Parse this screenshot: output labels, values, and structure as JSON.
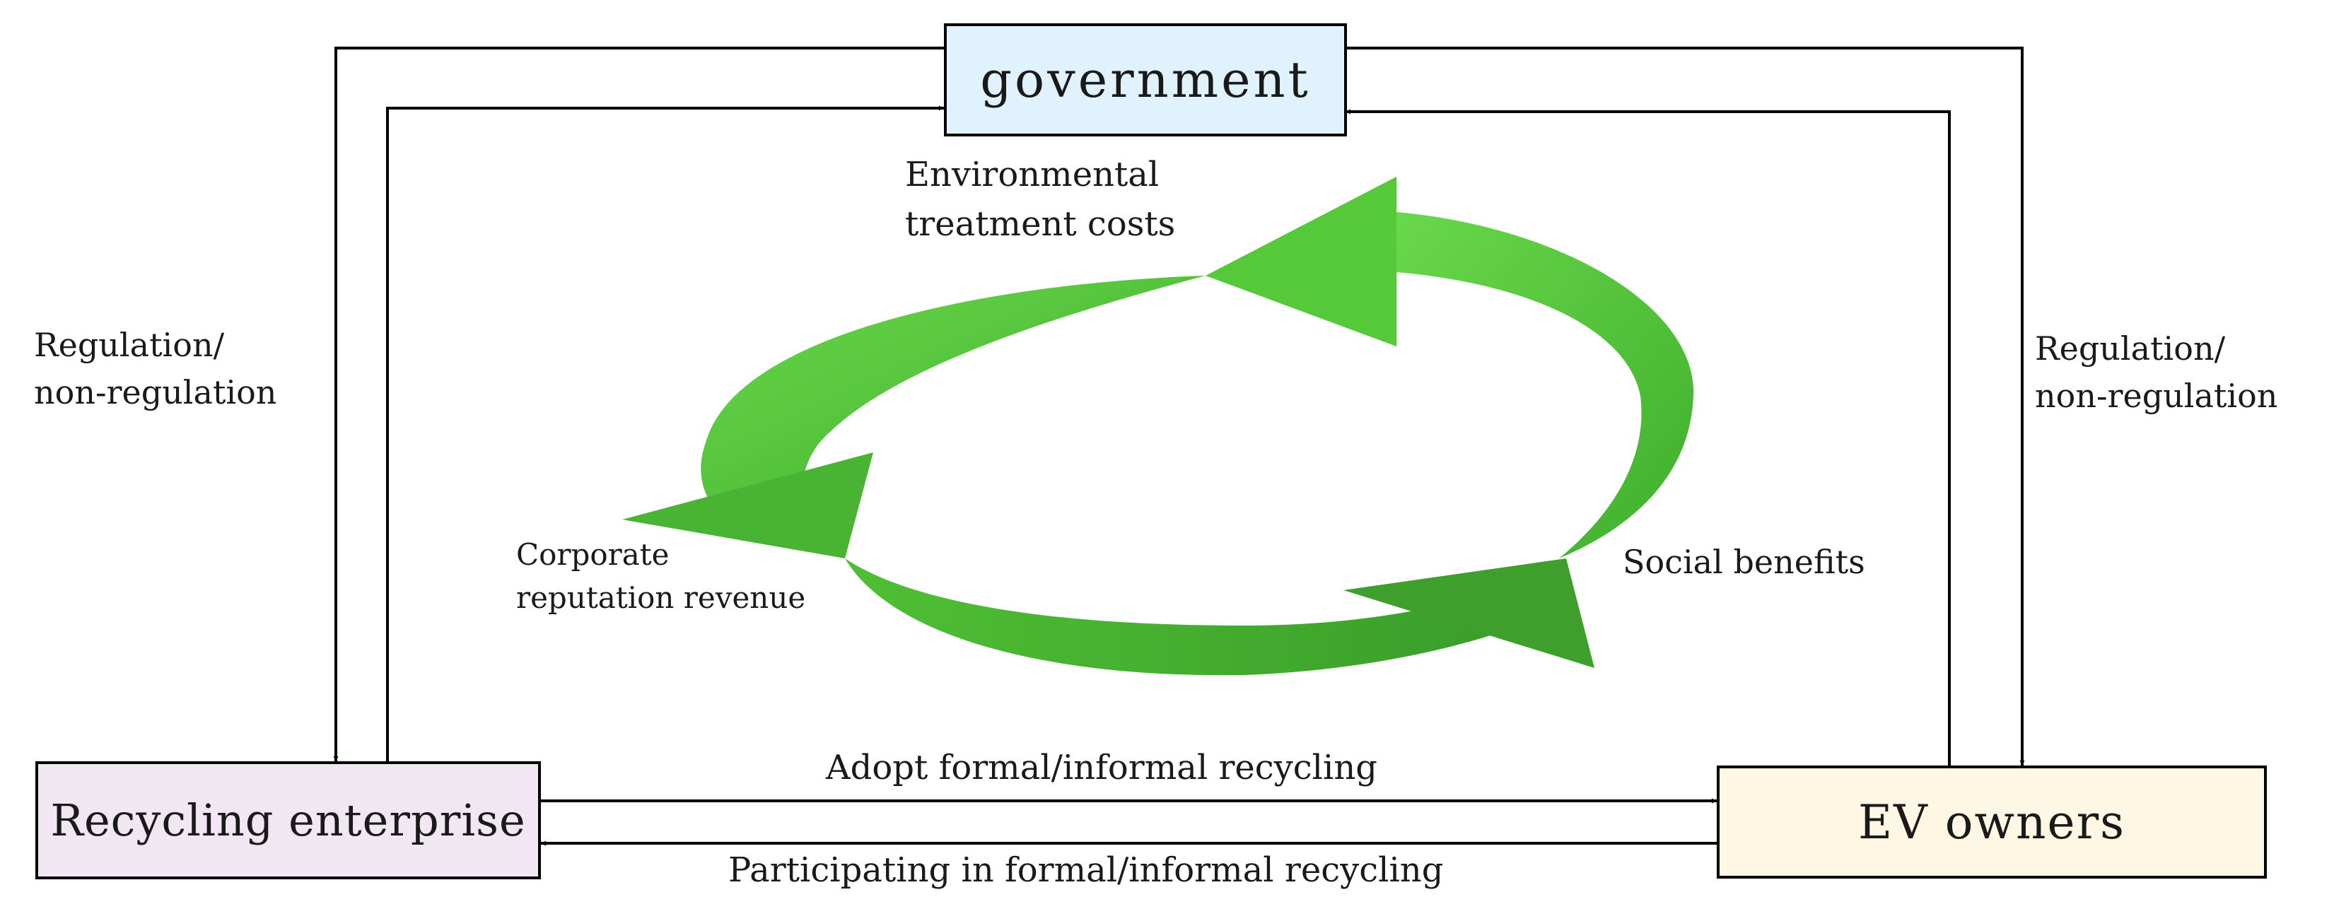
{
  "nodes": {
    "government": "government",
    "enterprise": "Recycling enterprise",
    "owners": "EV owners"
  },
  "edges": {
    "regulation_left": [
      "Regulation/",
      "non-regulation"
    ],
    "regulation_right": [
      "Regulation/",
      "non-regulation"
    ],
    "adopt": "Adopt formal/informal recycling",
    "participate": "Participating in formal/informal recycling"
  },
  "cycle": {
    "top": [
      "Environmental",
      "treatment costs"
    ],
    "left": [
      "Corporate",
      "reputation revenue"
    ],
    "right": "Social benefits"
  },
  "colors": {
    "government_fill": "#dff2fd",
    "enterprise_fill": "#f1e7f2",
    "owners_fill": "#fdf7e4",
    "arrow_green": "#5cc73e",
    "line": "#000000"
  }
}
